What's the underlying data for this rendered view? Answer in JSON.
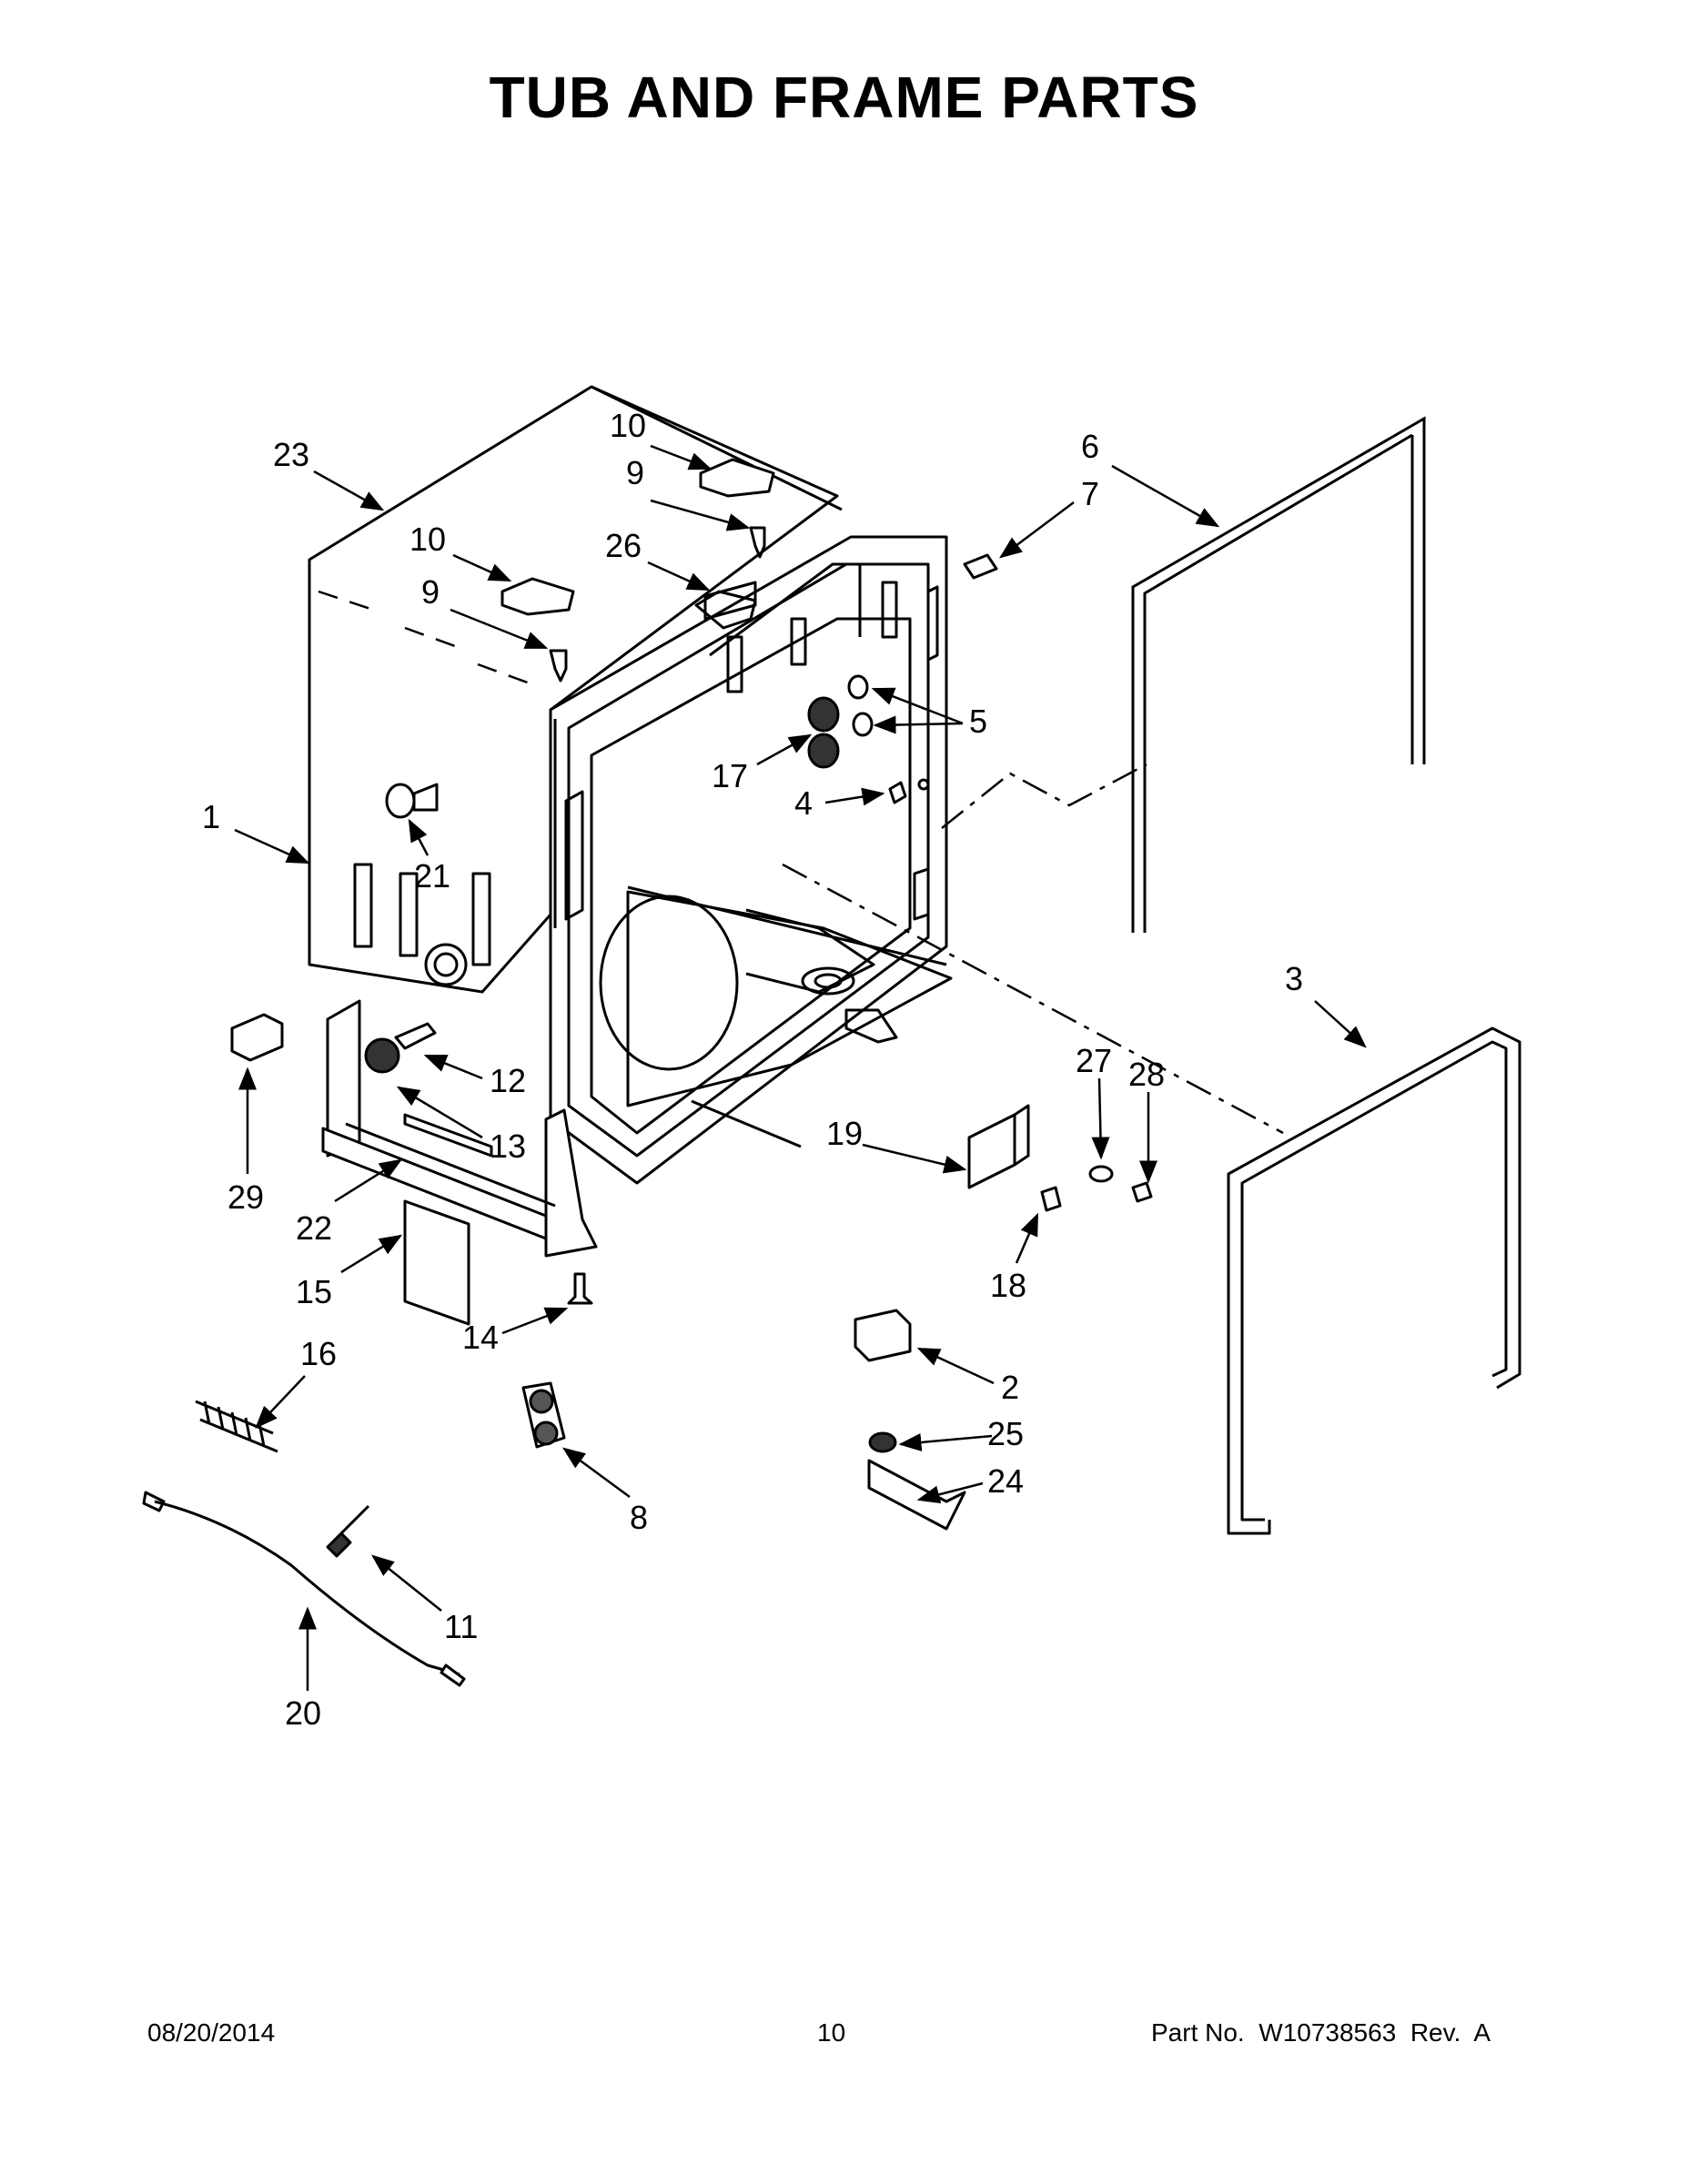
{
  "page": {
    "title": "TUB AND FRAME PARTS"
  },
  "footer": {
    "date": "08/20/2014",
    "page_number": "10",
    "part_number": "Part No.  W10738563  Rev.  A"
  },
  "callouts": {
    "c1": "1",
    "c2": "2",
    "c3": "3",
    "c4": "4",
    "c5": "5",
    "c6": "6",
    "c7": "7",
    "c8": "8",
    "c9a": "9",
    "c9b": "9",
    "c10a": "10",
    "c10b": "10",
    "c11": "11",
    "c12": "12",
    "c13": "13",
    "c14": "14",
    "c15": "15",
    "c16": "16",
    "c17": "17",
    "c18": "18",
    "c19": "19",
    "c20": "20",
    "c21": "21",
    "c22": "22",
    "c23": "23",
    "c24": "24",
    "c25": "25",
    "c26": "26",
    "c27": "27",
    "c28": "28",
    "c29": "29"
  }
}
